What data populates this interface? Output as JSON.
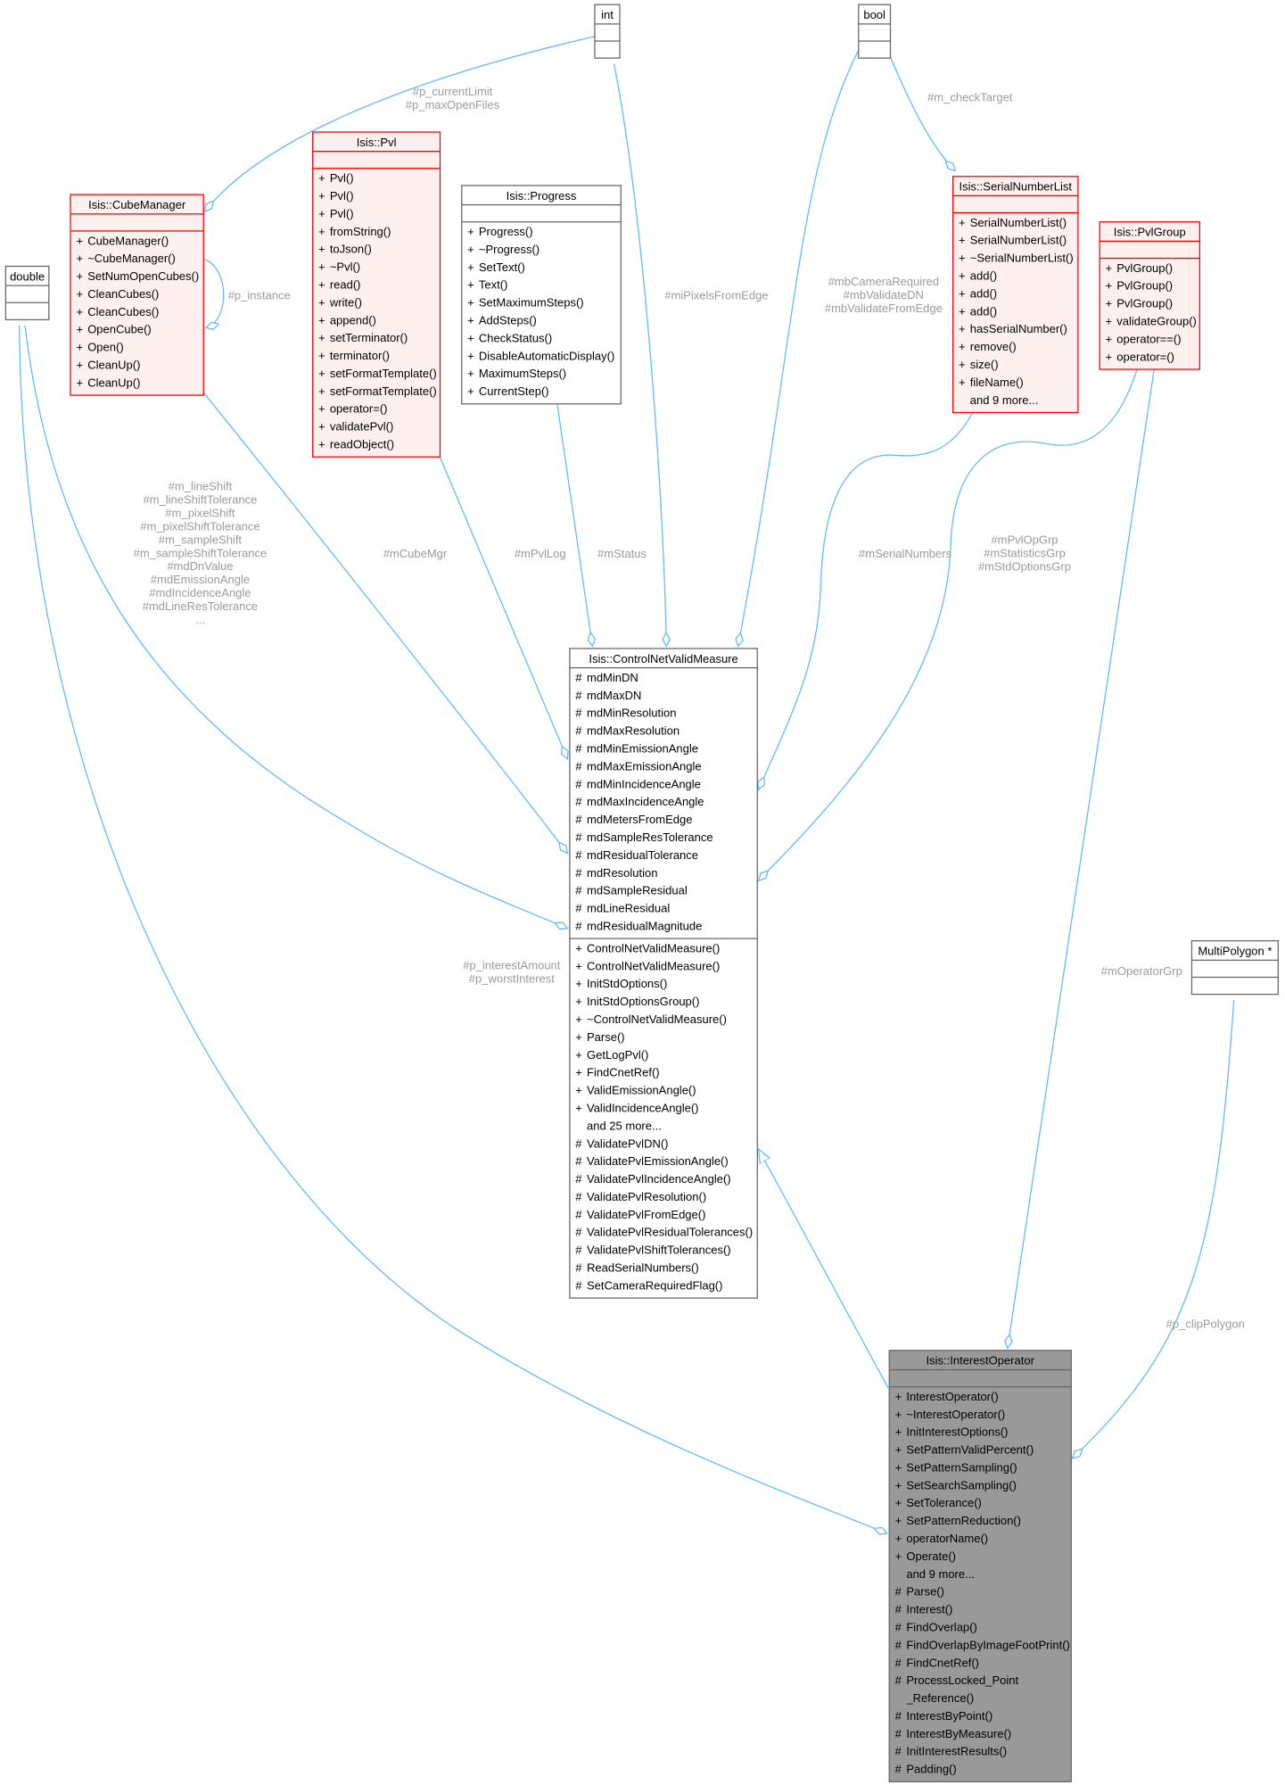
{
  "colors": {
    "edge": "#63b8ff",
    "label": "#9a9a9a",
    "red_border": "#ff0000",
    "red_fill": "#fff0f0",
    "gray_border": "#666666",
    "focus_fill": "#999999"
  },
  "classes": {
    "int": {
      "name": "int",
      "style": "plain",
      "attributes": [],
      "methods": []
    },
    "bool": {
      "name": "bool",
      "style": "plain",
      "attributes": [],
      "methods": []
    },
    "double": {
      "name": "double",
      "style": "plain",
      "attributes": [],
      "methods": []
    },
    "cube_manager": {
      "name": "Isis::CubeManager",
      "style": "red",
      "attributes": [],
      "methods": [
        [
          "+",
          "CubeManager()"
        ],
        [
          "+",
          "~CubeManager()"
        ],
        [
          "+",
          "SetNumOpenCubes()"
        ],
        [
          "+",
          "CleanCubes()"
        ],
        [
          "+",
          "CleanCubes()"
        ],
        [
          "+",
          "OpenCube()"
        ],
        [
          "+",
          "Open()"
        ],
        [
          "+",
          "CleanUp()"
        ],
        [
          "+",
          "CleanUp()"
        ]
      ]
    },
    "pvl": {
      "name": "Isis::Pvl",
      "style": "red",
      "attributes": [],
      "methods": [
        [
          "+",
          "Pvl()"
        ],
        [
          "+",
          "Pvl()"
        ],
        [
          "+",
          "Pvl()"
        ],
        [
          "+",
          "fromString()"
        ],
        [
          "+",
          "toJson()"
        ],
        [
          "+",
          "~Pvl()"
        ],
        [
          "+",
          "read()"
        ],
        [
          "+",
          "write()"
        ],
        [
          "+",
          "append()"
        ],
        [
          "+",
          "setTerminator()"
        ],
        [
          "+",
          "terminator()"
        ],
        [
          "+",
          "setFormatTemplate()"
        ],
        [
          "+",
          "setFormatTemplate()"
        ],
        [
          "+",
          "operator=()"
        ],
        [
          "+",
          "validatePvl()"
        ],
        [
          "+",
          "readObject()"
        ]
      ]
    },
    "progress": {
      "name": "Isis::Progress",
      "style": "plain",
      "attributes": [],
      "methods": [
        [
          "+",
          "Progress()"
        ],
        [
          "+",
          "~Progress()"
        ],
        [
          "+",
          "SetText()"
        ],
        [
          "+",
          "Text()"
        ],
        [
          "+",
          "SetMaximumSteps()"
        ],
        [
          "+",
          "AddSteps()"
        ],
        [
          "+",
          "CheckStatus()"
        ],
        [
          "+",
          "DisableAutomaticDisplay()"
        ],
        [
          "+",
          "MaximumSteps()"
        ],
        [
          "+",
          "CurrentStep()"
        ]
      ]
    },
    "serial_number_list": {
      "name": "Isis::SerialNumberList",
      "style": "red",
      "attributes": [],
      "methods": [
        [
          "+",
          "SerialNumberList()"
        ],
        [
          "+",
          "SerialNumberList()"
        ],
        [
          "+",
          "~SerialNumberList()"
        ],
        [
          "+",
          "add()"
        ],
        [
          "+",
          "add()"
        ],
        [
          "+",
          "add()"
        ],
        [
          "+",
          "hasSerialNumber()"
        ],
        [
          "+",
          "remove()"
        ],
        [
          "+",
          "size()"
        ],
        [
          "+",
          "fileName()"
        ],
        [
          "",
          "and 9 more..."
        ]
      ]
    },
    "pvl_group": {
      "name": "Isis::PvlGroup",
      "style": "red",
      "attributes": [],
      "methods": [
        [
          "+",
          "PvlGroup()"
        ],
        [
          "+",
          "PvlGroup()"
        ],
        [
          "+",
          "PvlGroup()"
        ],
        [
          "+",
          "validateGroup()"
        ],
        [
          "+",
          "operator==()"
        ],
        [
          "+",
          "operator=()"
        ]
      ]
    },
    "control_net_valid_measure": {
      "name": "Isis::ControlNetValidMeasure",
      "style": "plain",
      "attributes": [
        [
          "#",
          "mdMinDN"
        ],
        [
          "#",
          "mdMaxDN"
        ],
        [
          "#",
          "mdMinResolution"
        ],
        [
          "#",
          "mdMaxResolution"
        ],
        [
          "#",
          "mdMinEmissionAngle"
        ],
        [
          "#",
          "mdMaxEmissionAngle"
        ],
        [
          "#",
          "mdMinIncidenceAngle"
        ],
        [
          "#",
          "mdMaxIncidenceAngle"
        ],
        [
          "#",
          "mdMetersFromEdge"
        ],
        [
          "#",
          "mdSampleResTolerance"
        ],
        [
          "#",
          "mdResidualTolerance"
        ],
        [
          "#",
          "mdResolution"
        ],
        [
          "#",
          "mdSampleResidual"
        ],
        [
          "#",
          "mdLineResidual"
        ],
        [
          "#",
          "mdResidualMagnitude"
        ]
      ],
      "methods": [
        [
          "+",
          "ControlNetValidMeasure()"
        ],
        [
          "+",
          "ControlNetValidMeasure()"
        ],
        [
          "+",
          "InitStdOptions()"
        ],
        [
          "+",
          "InitStdOptionsGroup()"
        ],
        [
          "+",
          "~ControlNetValidMeasure()"
        ],
        [
          "+",
          "Parse()"
        ],
        [
          "+",
          "GetLogPvl()"
        ],
        [
          "+",
          "FindCnetRef()"
        ],
        [
          "+",
          "ValidEmissionAngle()"
        ],
        [
          "+",
          "ValidIncidenceAngle()"
        ],
        [
          "",
          "and 25 more..."
        ],
        [
          "#",
          "ValidatePvlDN()"
        ],
        [
          "#",
          "ValidatePvlEmissionAngle()"
        ],
        [
          "#",
          "ValidatePvlIncidenceAngle()"
        ],
        [
          "#",
          "ValidatePvlResolution()"
        ],
        [
          "#",
          "ValidatePvlFromEdge()"
        ],
        [
          "#",
          "ValidatePvlResidualTolerances()"
        ],
        [
          "#",
          "ValidatePvlShiftTolerances()"
        ],
        [
          "#",
          "ReadSerialNumbers()"
        ],
        [
          "#",
          "SetCameraRequiredFlag()"
        ]
      ]
    },
    "multi_polygon": {
      "name": "MultiPolygon *",
      "style": "plain",
      "attributes": [],
      "methods": []
    },
    "interest_operator": {
      "name": "Isis::InterestOperator",
      "style": "focus",
      "attributes": [],
      "methods": [
        [
          "+",
          "InterestOperator()"
        ],
        [
          "+",
          "~InterestOperator()"
        ],
        [
          "+",
          "InitInterestOptions()"
        ],
        [
          "+",
          "SetPatternValidPercent()"
        ],
        [
          "+",
          "SetPatternSampling()"
        ],
        [
          "+",
          "SetSearchSampling()"
        ],
        [
          "+",
          "SetTolerance()"
        ],
        [
          "+",
          "SetPatternReduction()"
        ],
        [
          "+",
          "operatorName()"
        ],
        [
          "+",
          "Operate()"
        ],
        [
          "",
          "and 9 more..."
        ],
        [
          "#",
          "Parse()"
        ],
        [
          "#",
          "Interest()"
        ],
        [
          "#",
          "FindOverlap()"
        ],
        [
          "#",
          "FindOverlapByImageFootPrint()"
        ],
        [
          "#",
          "FindCnetRef()"
        ],
        [
          "#",
          "ProcessLocked_Point"
        ],
        [
          "",
          "_Reference()"
        ],
        [
          "#",
          "InterestByPoint()"
        ],
        [
          "#",
          "InterestByMeasure()"
        ],
        [
          "#",
          "InitInterestResults()"
        ],
        [
          "#",
          "Padding()"
        ]
      ]
    }
  },
  "edges": {
    "int_to_cube_manager": {
      "kind": "aggregation",
      "labels": [
        "#p_currentLimit",
        "#p_maxOpenFiles"
      ]
    },
    "cube_manager_self": {
      "kind": "aggregation",
      "labels": [
        "#p_instance"
      ]
    },
    "int_to_cnvm": {
      "kind": "aggregation",
      "labels": [
        "#miPixelsFromEdge"
      ]
    },
    "bool_to_cnvm": {
      "kind": "aggregation",
      "labels": [
        "#mbCameraRequired",
        "#mbValidateDN",
        "#mbValidateFromEdge"
      ]
    },
    "bool_to_serial_number_list": {
      "kind": "aggregation",
      "labels": [
        "#m_checkTarget"
      ]
    },
    "double_to_cnvm": {
      "kind": "aggregation",
      "labels": [
        "#m_lineShift",
        "#m_lineShiftTolerance",
        "#m_pixelShift",
        "#m_pixelShiftTolerance",
        "#m_sampleShift",
        "#m_sampleShiftTolerance",
        "#mdDnValue",
        "#mdEmissionAngle",
        "#mdIncidenceAngle",
        "#mdLineResTolerance",
        "..."
      ]
    },
    "cube_manager_to_cnvm": {
      "kind": "aggregation",
      "labels": [
        "#mCubeMgr"
      ]
    },
    "pvl_to_cnvm": {
      "kind": "aggregation",
      "labels": [
        "#mPvlLog"
      ]
    },
    "progress_to_cnvm": {
      "kind": "aggregation",
      "labels": [
        "#mStatus"
      ]
    },
    "serial_number_list_to_cnvm": {
      "kind": "aggregation",
      "labels": [
        "#mSerialNumbers"
      ]
    },
    "pvl_group_to_cnvm": {
      "kind": "aggregation",
      "labels": [
        "#mPvlOpGrp",
        "#mStatisticsGrp",
        "#mStdOptionsGrp"
      ]
    },
    "double_to_interest_operator": {
      "kind": "aggregation",
      "labels": [
        "#p_interestAmount",
        "#p_worstInterest"
      ]
    },
    "pvl_group_to_interest_operator": {
      "kind": "aggregation",
      "labels": [
        "#mOperatorGrp"
      ]
    },
    "multi_polygon_to_interest_operator": {
      "kind": "aggregation",
      "labels": [
        "#p_clipPolygon"
      ]
    },
    "interest_operator_inherits_cnvm": {
      "kind": "inheritance",
      "labels": []
    }
  }
}
